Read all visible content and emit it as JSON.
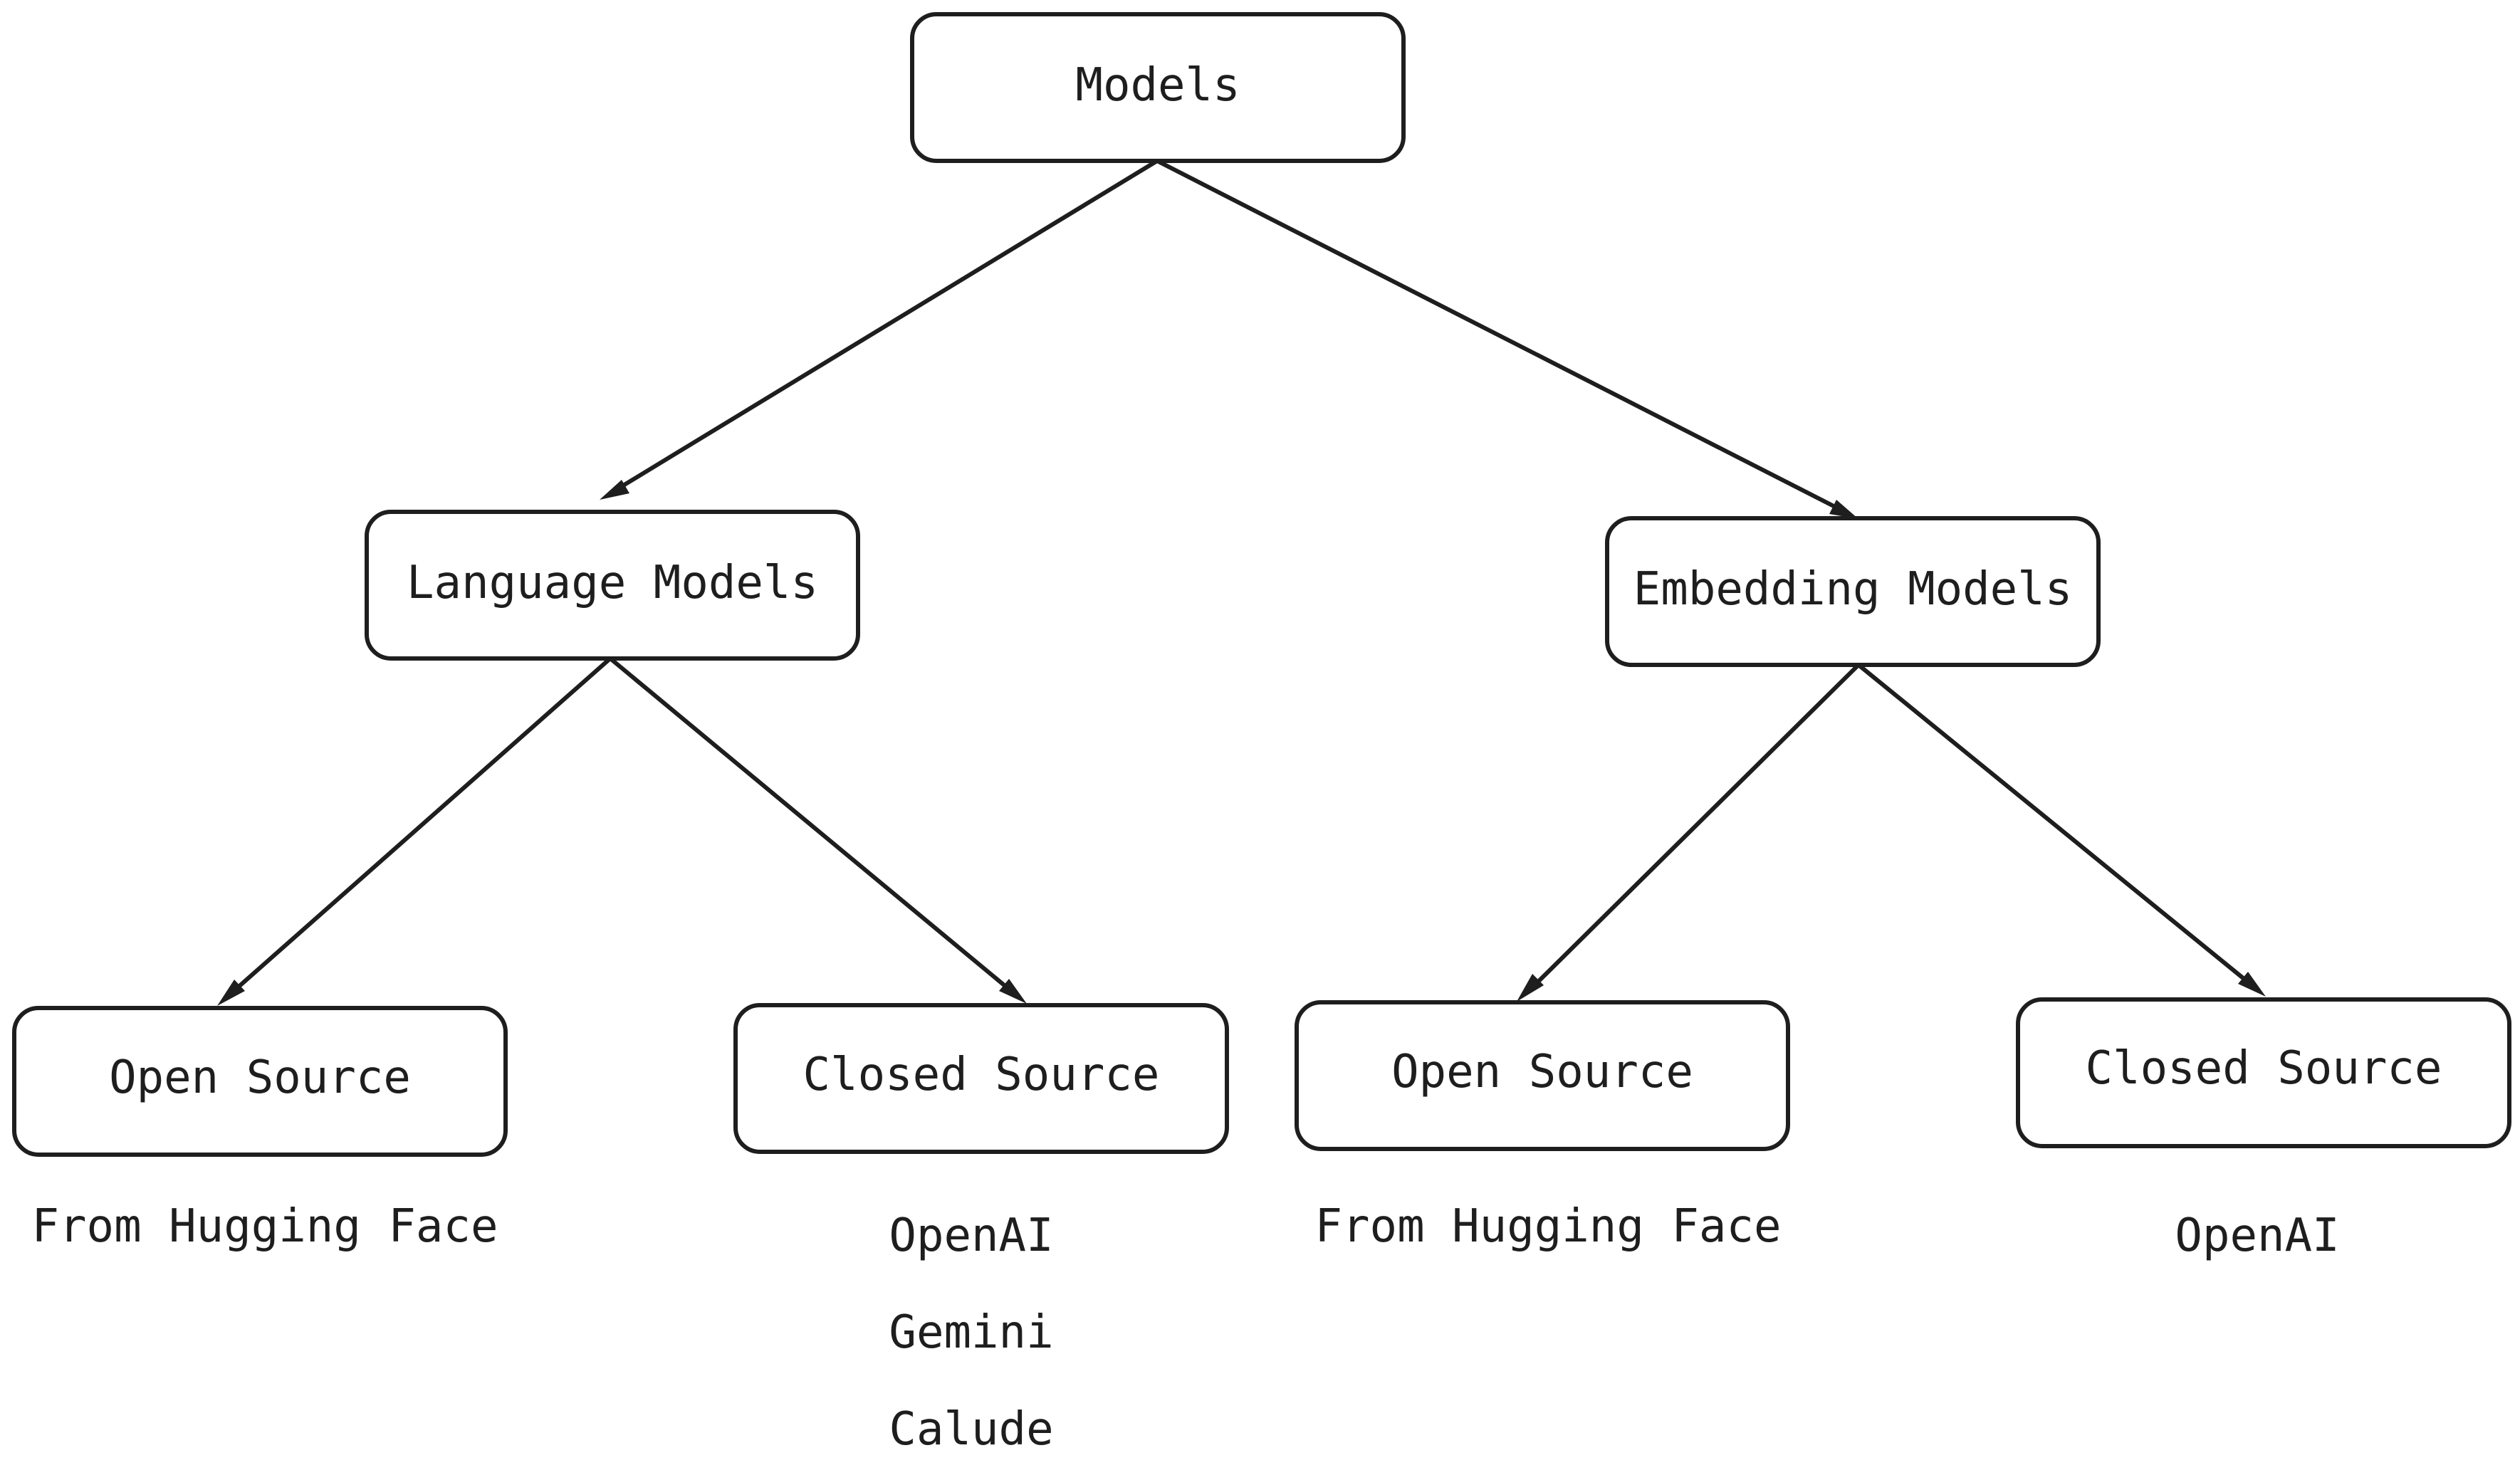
{
  "nodes": {
    "root": "Models",
    "language_models": "Language Models",
    "embedding_models": "Embedding Models",
    "lm_open_source": "Open Source",
    "lm_closed_source": "Closed Source",
    "em_open_source": "Open Source",
    "em_closed_source": "Closed Source"
  },
  "notes": {
    "lm_open_source": [
      "From Hugging Face"
    ],
    "lm_closed_source": [
      "OpenAI",
      "Gemini",
      "Calude"
    ],
    "em_open_source": [
      "From Hugging Face"
    ],
    "em_closed_source": [
      "OpenAI"
    ]
  },
  "colors": {
    "stroke": "#1e1e1e",
    "background": "#ffffff"
  }
}
